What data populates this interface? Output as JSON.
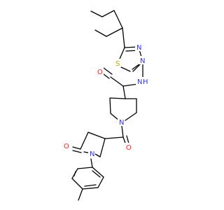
{
  "molecule": {
    "atoms": {
      "sulfur": {
        "symbol": "S",
        "color": "#b8a600"
      },
      "thiazole_n1": {
        "symbol": "N",
        "color": "#2f2fff"
      },
      "thiazole_n2": {
        "symbol": "N",
        "color": "#2f2fff"
      },
      "amide_nh": {
        "symbol": "N",
        "color": "#2f2fff",
        "suffix": "H"
      },
      "amide_o": {
        "symbol": "O",
        "color": "#ff2020"
      },
      "piperidine_n": {
        "symbol": "N",
        "color": "#2f2fff"
      },
      "ketone_o": {
        "symbol": "O",
        "color": "#ff2020"
      },
      "lactam_o": {
        "symbol": "O",
        "color": "#ff2020"
      },
      "pyrrolidine_n": {
        "symbol": "N",
        "color": "#2f2fff"
      }
    },
    "bond_color": "#000000"
  }
}
